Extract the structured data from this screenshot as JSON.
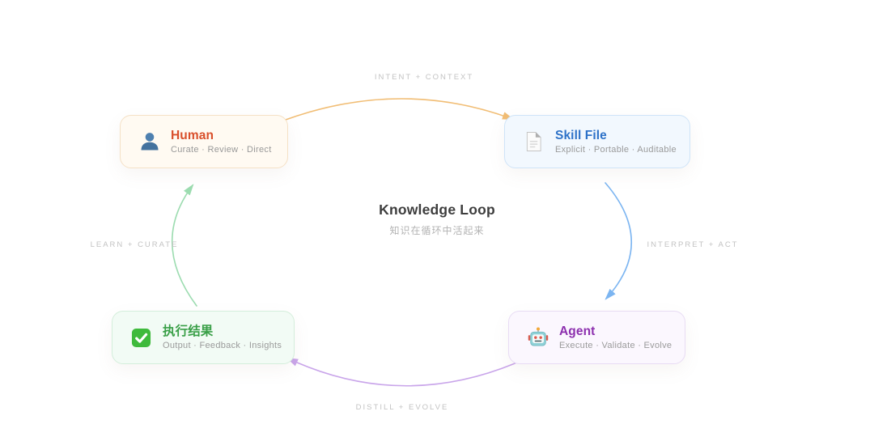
{
  "center": {
    "title": "Knowledge Loop",
    "subtitle": "知识在循环中活起来"
  },
  "nodes": {
    "human": {
      "title": "Human",
      "subtitle": "Curate · Review · Direct",
      "icon": "person-icon",
      "title_color": "#d94f2b",
      "bg": "#fffaf2",
      "border": "#f5e1c6"
    },
    "skill_file": {
      "title": "Skill File",
      "subtitle": "Explicit · Portable · Auditable",
      "icon": "document-icon",
      "title_color": "#2e72c8",
      "bg": "#f2f8fe",
      "border": "#cfe4f8"
    },
    "agent": {
      "title": "Agent",
      "subtitle": "Execute · Validate · Evolve",
      "icon": "robot-icon",
      "title_color": "#8c2fae",
      "bg": "#fbf7fe",
      "border": "#e8dcf4"
    },
    "result": {
      "title": "执行结果",
      "subtitle": "Output · Feedback · Insights",
      "icon": "check-icon",
      "title_color": "#399f47",
      "bg": "#f2fbf5",
      "border": "#d4eedb"
    }
  },
  "edges": {
    "intent": {
      "label": "INTENT + CONTEXT",
      "color": "#f1bd74"
    },
    "interpret": {
      "label": "INTERPRET + ACT",
      "color": "#7cb5f1"
    },
    "distill": {
      "label": "DISTILL + EVOLVE",
      "color": "#c9a5ea"
    },
    "learn": {
      "label": "LEARN + CURATE",
      "color": "#9cdcb0"
    }
  }
}
